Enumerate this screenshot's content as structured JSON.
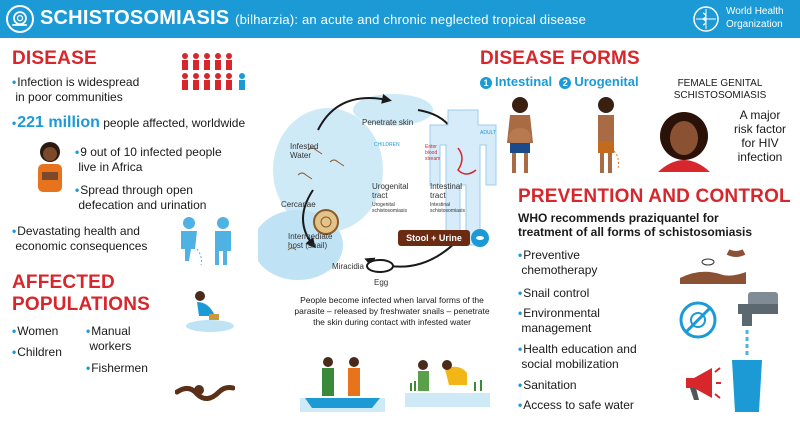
{
  "header": {
    "title": "SCHISTOSOMIASIS",
    "subtitle": "(bilharzia): an acute and chronic neglected tropical disease",
    "org_line1": "World Health",
    "org_line2": "Organization"
  },
  "disease": {
    "heading": "DISEASE",
    "items": [
      "Infection is widespread",
      "in poor communities",
      "221 million",
      "people affected, worldwide",
      "9 out of 10 infected people",
      "live in Africa",
      "Spread through open",
      "defecation and urination",
      "Devastating health and",
      "economic consequences"
    ]
  },
  "affected": {
    "heading_line1": "AFFECTED",
    "heading_line2": "POPULATIONS",
    "col1": [
      "Women",
      "Children"
    ],
    "col2_line1": "Manual",
    "col2_line2": "workers",
    "col3": "Fishermen"
  },
  "cycle": {
    "infested_water_1": "Infested",
    "infested_water_2": "Water",
    "penetrate_skin": "Penetrate skin",
    "cercariae": "Cercariae",
    "intermediate_1": "Intermediate",
    "intermediate_2": "host (snail)",
    "miracidia": "Miracidia",
    "egg": "Egg",
    "enter_1": "Enter",
    "enter_2": "blood",
    "enter_3": "stream",
    "urogenital_1": "Urogenital",
    "urogenital_2": "tract",
    "urogenital_sub": "Urogenital",
    "urogenital_sub2": "schistosomiasis",
    "intestinal_1": "Intestinal",
    "intestinal_2": "tract",
    "intestinal_sub": "Intestinal",
    "intestinal_sub2": "schistosomiasis",
    "stool_urine": "Stool + Urine",
    "caption_1": "People become infected when larval forms of the",
    "caption_2": "parasite – released by freshwater snails – penetrate",
    "caption_3": "the skin during contact with infested water",
    "small_1": "CHILDREN",
    "small_2": "ADULT"
  },
  "disease_forms": {
    "heading": "DISEASE FORMS",
    "num1": "1",
    "form1": "Intestinal",
    "num2": "2",
    "form2": "Urogenital",
    "fgs_1": "FEMALE GENITAL",
    "fgs_2": "SCHISTOSOMIASIS",
    "risk_1": "A major",
    "risk_2": "risk factor",
    "risk_3": "for HIV",
    "risk_4": "infection"
  },
  "prevention": {
    "heading": "PREVENTION AND CONTROL",
    "rec_1": "WHO recommends praziquantel for",
    "rec_2": "treatment of all forms of schistosomiasis",
    "items": [
      "Preventive",
      "chemotherapy",
      "Snail control",
      "Environmental",
      "management",
      "Health education and",
      "social mobilization",
      "Sanitation",
      "Access to safe water"
    ]
  },
  "colors": {
    "header": "#1b9ad6",
    "heading_red": "#d7262c",
    "accent_blue": "#1b9ad6",
    "stool_box": "#6b2a12"
  },
  "icons": {
    "header_logo": "snail-icon",
    "who_logo": "who-emblem-icon"
  }
}
